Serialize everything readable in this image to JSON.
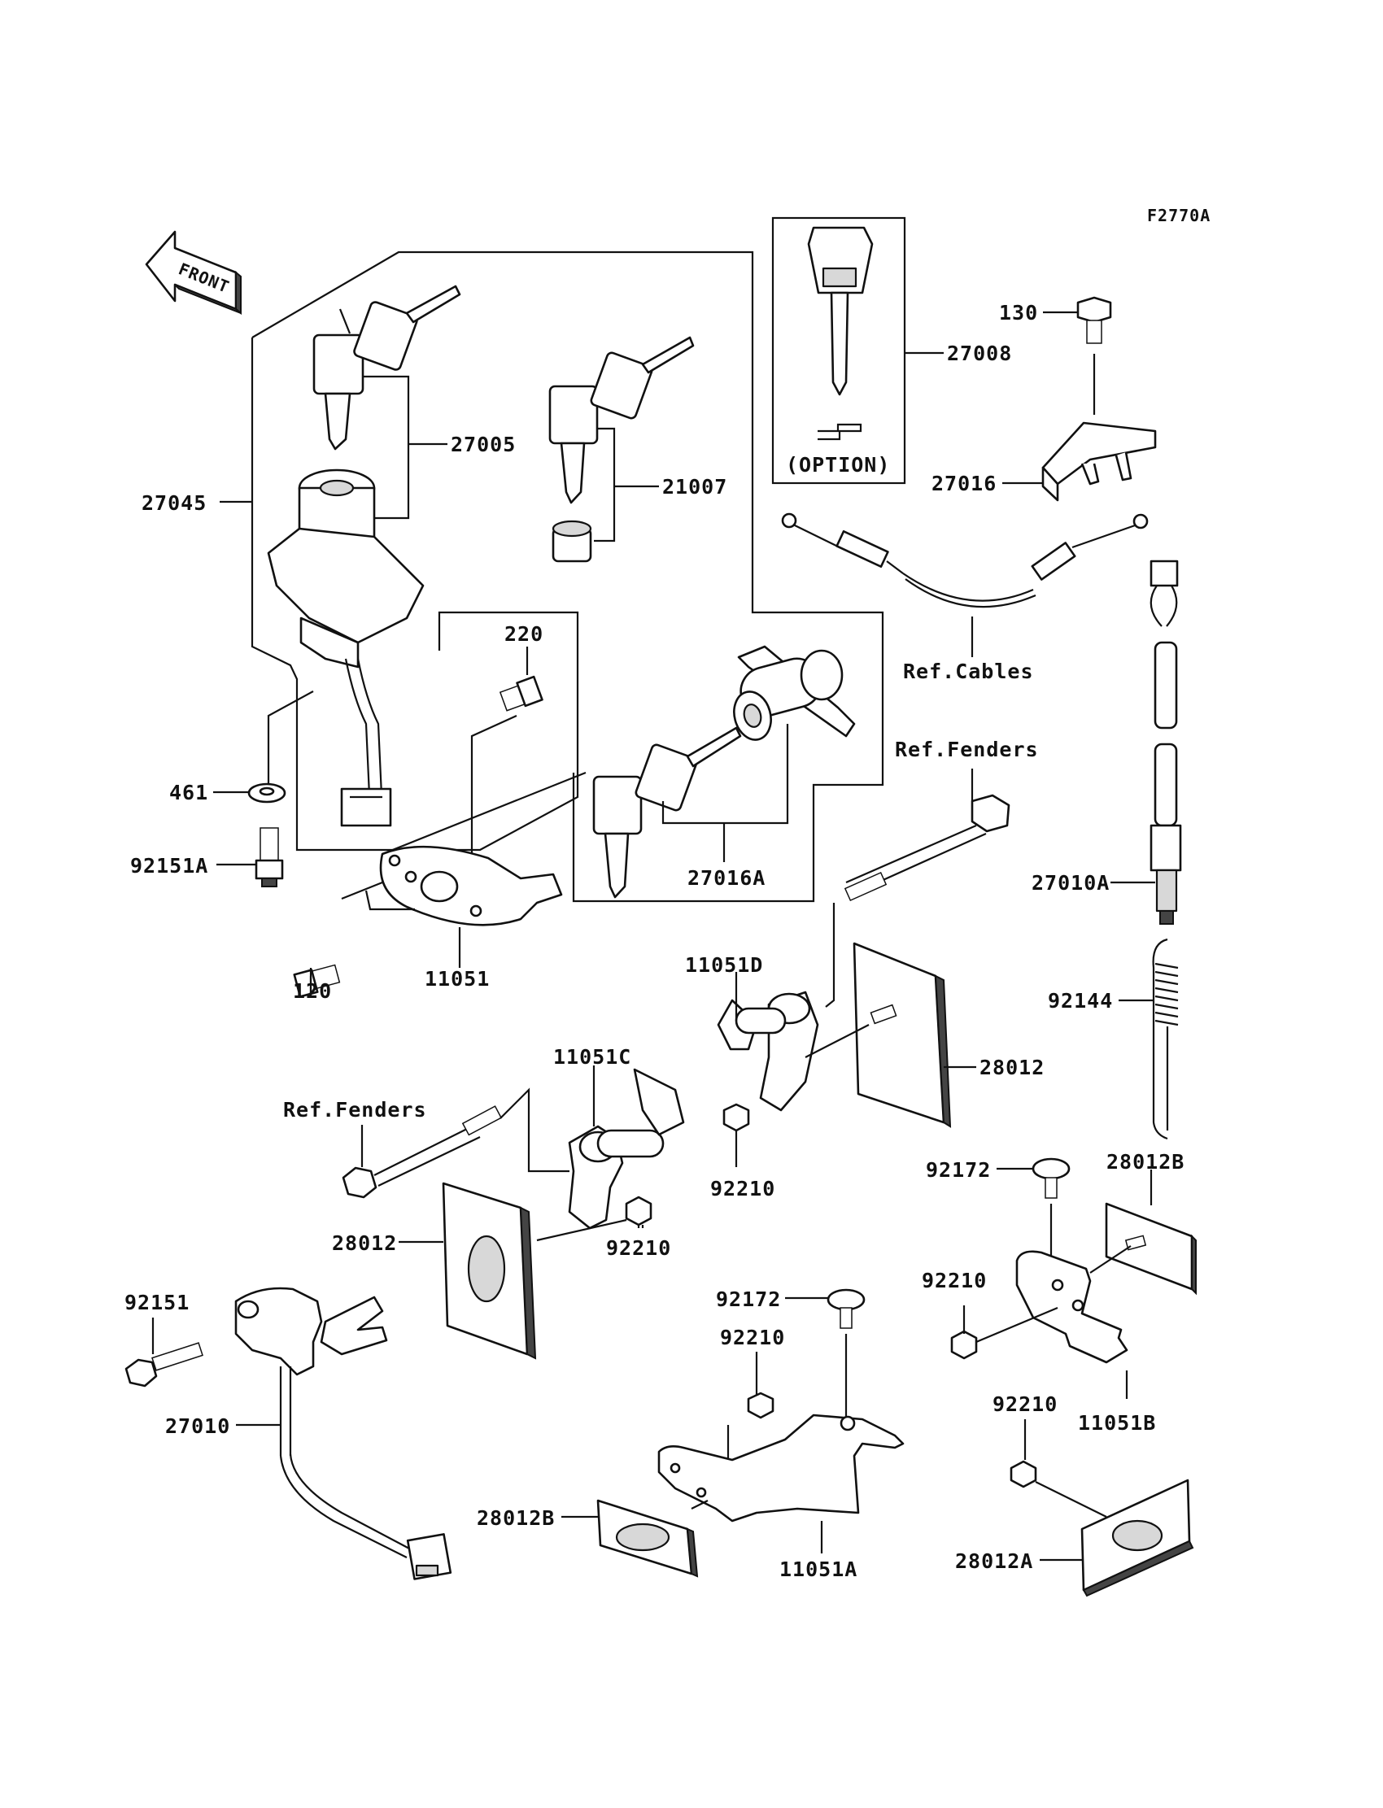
{
  "figure_id": "F2770A",
  "front_label": "FRONT",
  "option_label": "(OPTION)",
  "labels": {
    "p27005": "27005",
    "p27045": "27045",
    "p21007": "21007",
    "p27008": "27008",
    "p130": "130",
    "p27016": "27016",
    "ref_cables": "Ref.Cables",
    "ref_fenders_1": "Ref.Fenders",
    "p220": "220",
    "p461": "461",
    "p92151a": "92151A",
    "p120": "120",
    "p11051": "11051",
    "p27016a": "27016A",
    "p27010a": "27010A",
    "p11051d": "11051D",
    "p28012_a": "28012",
    "p92144": "92144",
    "p11051c": "11051C",
    "ref_fenders_2": "Ref.Fenders",
    "p92210_1": "92210",
    "p28012_b": "28012",
    "p92210_2": "92210",
    "p92172_1": "92172",
    "p28012b_1": "28012B",
    "p92151": "92151",
    "p92210_3": "92210",
    "p92172_2": "92172",
    "p92210_4": "92210",
    "p27010": "27010",
    "p92210_5": "92210",
    "p11051b": "11051B",
    "p28012b_2": "28012B",
    "p11051a": "11051A",
    "p28012a": "28012A"
  },
  "icons": [
    "key-icon",
    "ignition-switch-icon",
    "seat-lock-icon",
    "front-arrow-icon"
  ]
}
